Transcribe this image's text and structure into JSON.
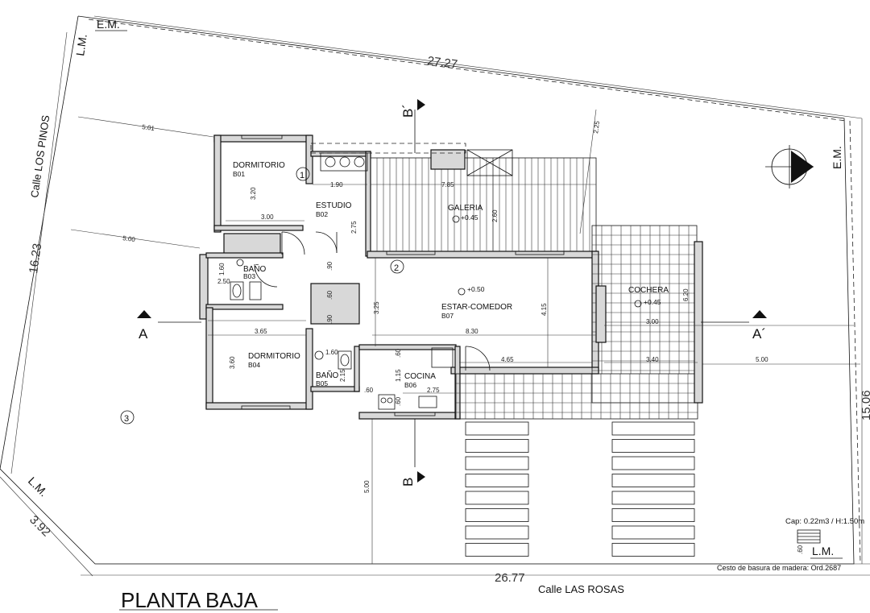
{
  "drawing": {
    "title": "PLANTA BAJA",
    "streets": {
      "left": "Calle LOS PINOS",
      "bottom": "Calle LAS ROSAS"
    },
    "markers": {
      "em": "E.M.",
      "lm": "L.M."
    },
    "lot_dims": {
      "top": "27.27",
      "left": "16.23",
      "right": "15.06",
      "bottom": "26.77",
      "corner": "3.92"
    },
    "setbacks": [
      "5.01",
      "5.00",
      "2.25",
      "5.00",
      "5.00",
      "6.20"
    ],
    "rooms": [
      {
        "name": "DORMITORIO",
        "code": "B01"
      },
      {
        "name": "ESTUDIO",
        "code": "B02"
      },
      {
        "name": "BAÑO",
        "code": "B03"
      },
      {
        "name": "DORMITORIO",
        "code": "B04"
      },
      {
        "name": "BAÑO",
        "code": "B05"
      },
      {
        "name": "COCINA",
        "code": "B06"
      },
      {
        "name": "ESTAR-COMEDOR",
        "code": "B07"
      },
      {
        "name": "GALERIA",
        "code": ""
      },
      {
        "name": "COCHERA",
        "code": ""
      }
    ],
    "levels": {
      "galeria": "+0.45",
      "estar": "+0.50",
      "cochera": "+0.45"
    },
    "circles": [
      "1",
      "2",
      "3"
    ],
    "sections": {
      "a": "A",
      "a_prime": "A´",
      "b": "B",
      "b_prime": "B´"
    },
    "interior_dims": [
      "3.20",
      "3.00",
      "1.90",
      "2.75",
      "7.85",
      "2.60",
      "1.60",
      "2.50",
      ".90",
      ".60",
      "3.25",
      "4.15",
      "8.30",
      "3.65",
      "3.60",
      "1.60",
      "2.15",
      ".90",
      "1.15",
      ".60",
      ".60",
      ".60",
      "2.75",
      "4.65",
      "3.00",
      "3.40",
      ".60"
    ],
    "notes": {
      "capacity": "Cap: 0.22m3 / H:1.50m",
      "basket": "Cesto de basura de madera: Ord.2687"
    }
  }
}
